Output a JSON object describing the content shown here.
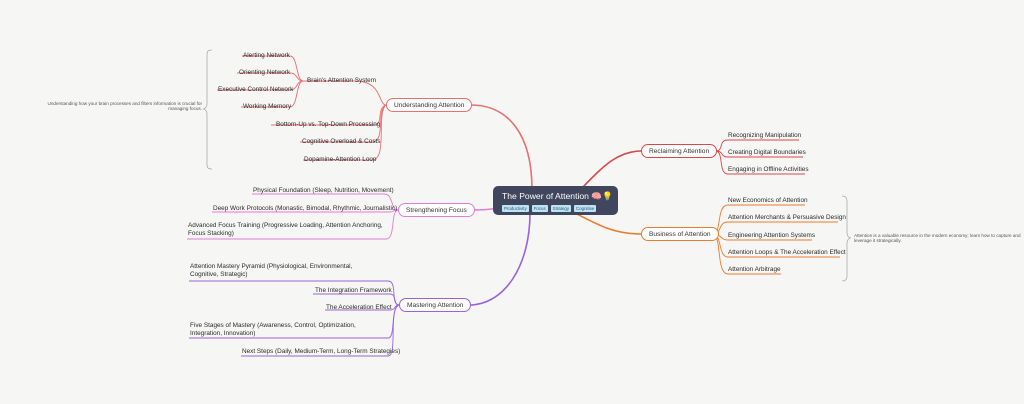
{
  "root": {
    "title": "The Power of Attention 🧠💡",
    "tags": [
      "Productivity",
      "Focus",
      "Strategy",
      "Cognitive"
    ]
  },
  "understanding": {
    "label": "Understanding Attention",
    "summary": "Understanding how your brain processes and filters information is crucial for managing focus.",
    "brain_system": "Brain's Attention System",
    "networks": [
      "Alerting Network",
      "Orienting Network",
      "Executive Control Network",
      "Working Memory"
    ],
    "items": [
      "Bottom-Up vs. Top-Down Processing",
      "Cognitive Overload & Costs",
      "Dopamine-Attention Loop"
    ]
  },
  "strengthening": {
    "label": "Strengthening Focus",
    "items": [
      "Physical Foundation (Sleep, Nutrition, Movement)",
      "Deep Work Protocols (Monastic, Bimodal, Rhythmic, Journalistic)",
      "Advanced Focus Training (Progressive Loading, Attention Anchoring, Focus Stacking)"
    ]
  },
  "mastering": {
    "label": "Mastering Attention",
    "items": [
      "Attention Mastery Pyramid (Physiological, Environmental, Cognitive, Strategic)",
      "The Integration Framework",
      "The Acceleration Effect",
      "Five Stages of Mastery (Awareness, Control, Optimization, Integration, Innovation)",
      "Next Steps (Daily, Medium-Term, Long-Term Strategies)"
    ]
  },
  "reclaiming": {
    "label": "Reclaiming Attention",
    "items": [
      "Recognizing Manipulation",
      "Creating Digital Boundaries",
      "Engaging in Offline Activities"
    ]
  },
  "business": {
    "label": "Business of Attention",
    "summary": "Attention is a valuable resource in the modern economy; learn how to capture and leverage it strategically.",
    "items": [
      "New Economics of Attention",
      "Attention Merchants & Persuasive Design",
      "Engineering Attention Systems",
      "Attention Loops & The Acceleration Effect",
      "Attention Arbitrage"
    ]
  },
  "colors": {
    "understanding": "#e8706f",
    "strengthening": "#e57bd3",
    "mastering": "#9a62dc",
    "reclaiming": "#d94848",
    "business": "#ea7c2e",
    "root": "#3f465e",
    "bracket": "#aaaaaa"
  }
}
